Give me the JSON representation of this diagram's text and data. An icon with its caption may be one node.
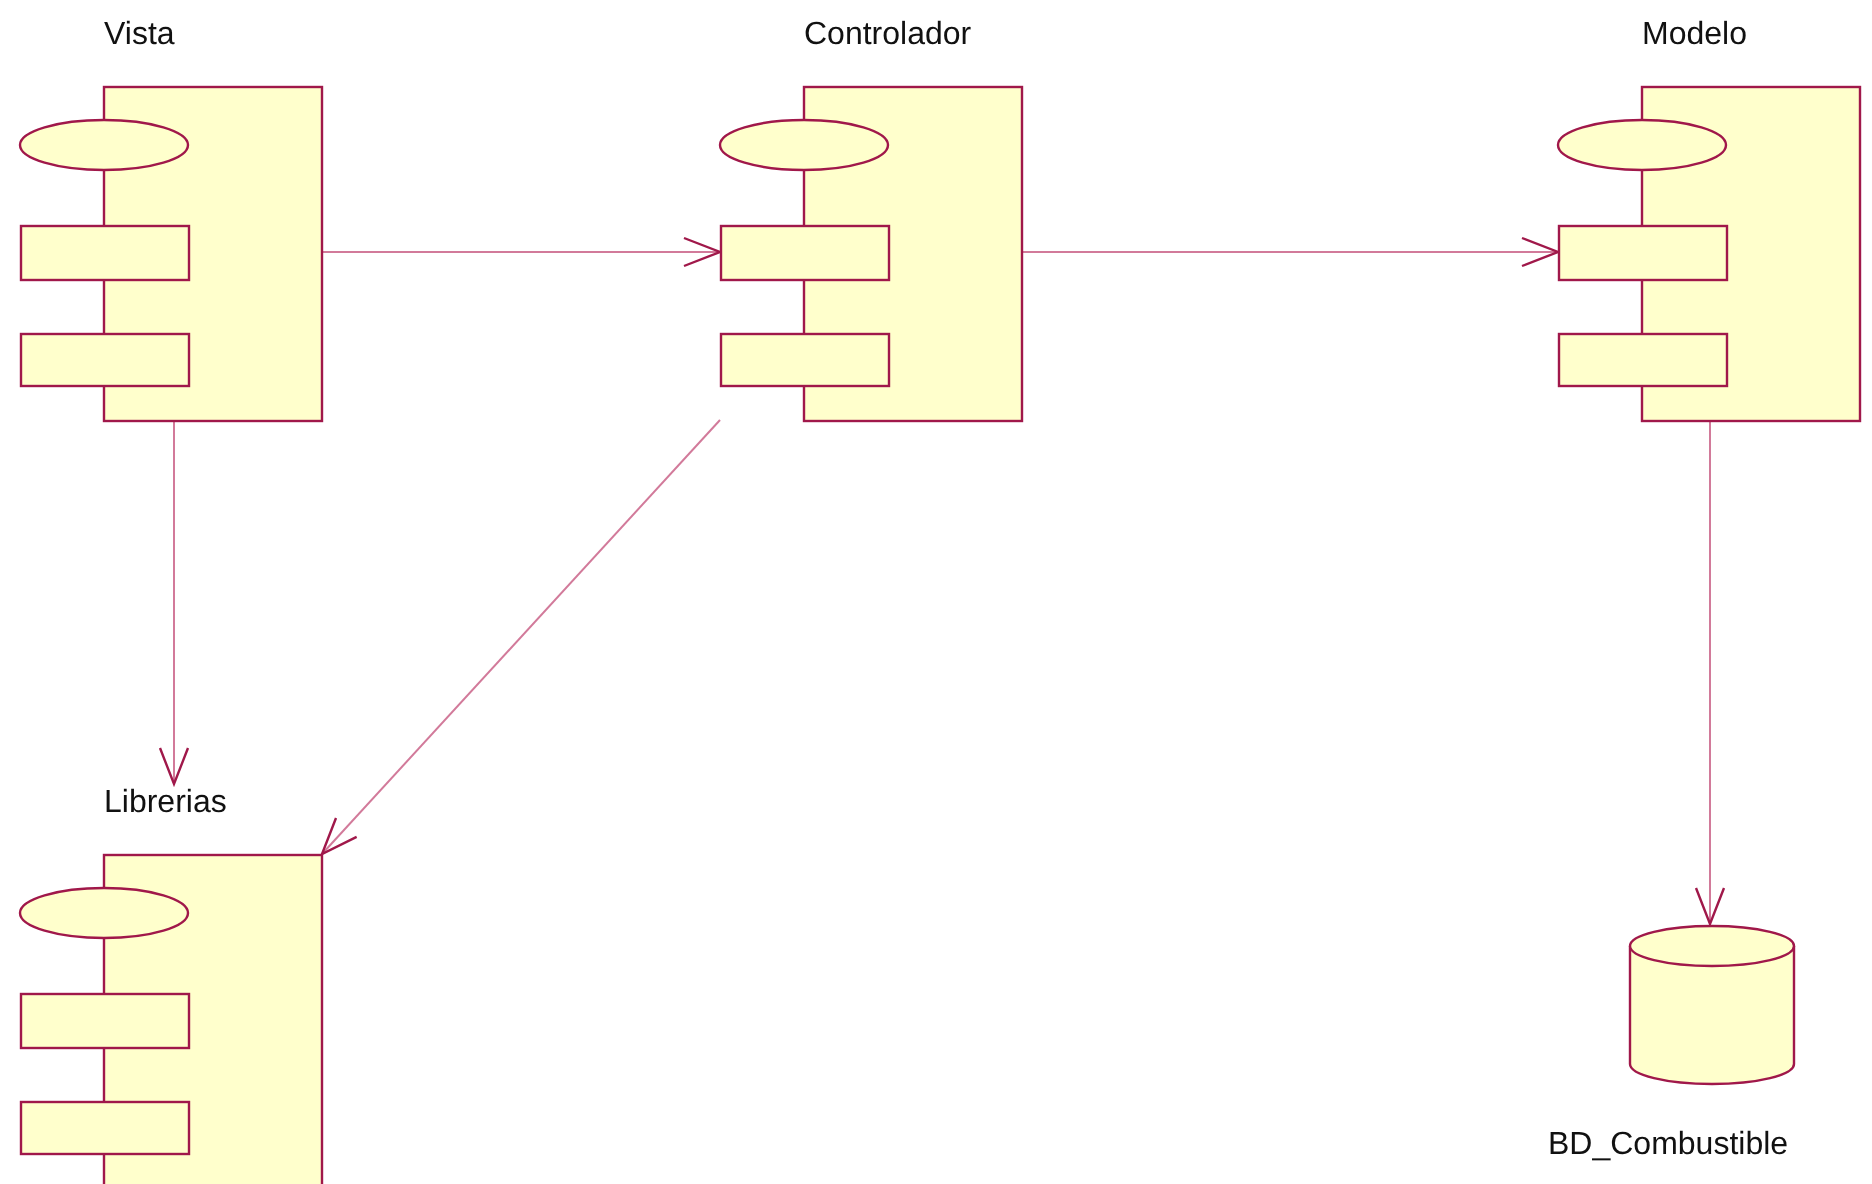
{
  "diagram": {
    "nodes": [
      {
        "text": [
          "Vista"
        ]
      },
      {
        "text": [
          "Controlador"
        ]
      },
      {
        "text": [
          "Modelo"
        ]
      },
      {
        "text": [
          "Librerias"
        ]
      },
      {
        "text": [
          "BD_Combustible"
        ]
      }
    ],
    "edges": [
      {
        "from": 0,
        "to": 1,
        "arrow": "to"
      },
      {
        "from": 1,
        "to": 2,
        "arrow": "to"
      },
      {
        "from": 0,
        "to": 3,
        "arrow": "to"
      },
      {
        "from": 1,
        "to": 3,
        "arrow": "to"
      },
      {
        "from": 2,
        "to": 4,
        "arrow": "to"
      }
    ]
  }
}
